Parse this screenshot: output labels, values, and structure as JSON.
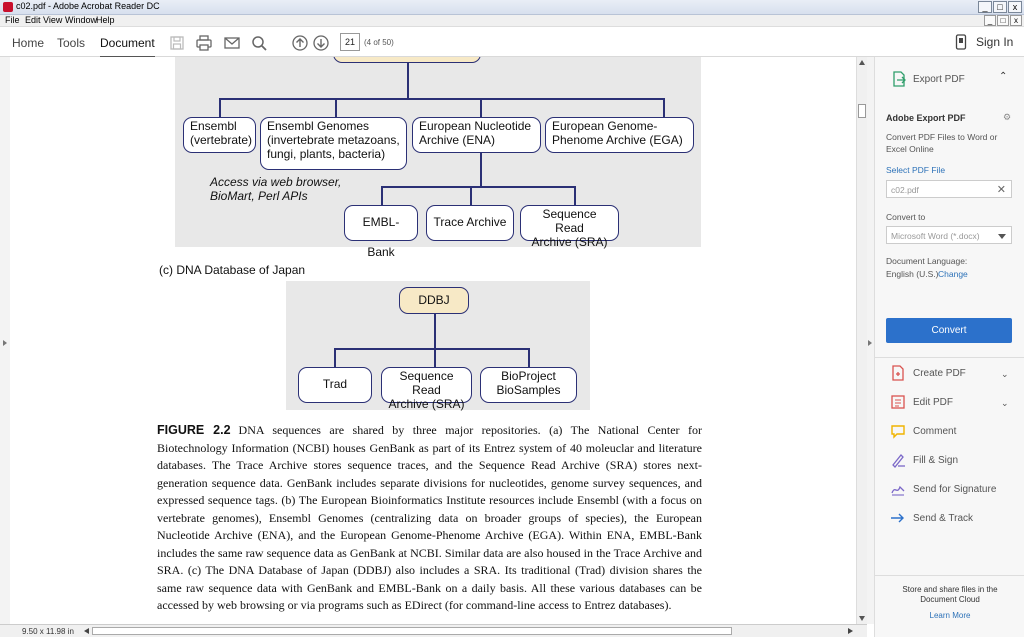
{
  "window": {
    "title": "c02.pdf - Adobe Acrobat Reader DC",
    "min": "_",
    "max": "□",
    "close": "x"
  },
  "menu": {
    "items": [
      "File",
      "Edit",
      "View",
      "Window",
      "Help"
    ],
    "min": "_",
    "max": "□",
    "close": "x"
  },
  "toolbar": {
    "tabs": [
      "Home",
      "Tools",
      "Document"
    ],
    "active_tab": "Document",
    "page_number": "21",
    "page_of": "(4 of 50)",
    "sign_in": "Sign In",
    "icons": [
      "save-icon",
      "print-icon",
      "email-icon",
      "search-icon",
      "page-up-icon",
      "page-down-icon",
      "phone-icon"
    ]
  },
  "document": {
    "diagram_b": {
      "nodes": [
        "Ensembl\n(vertebrate)",
        "Ensembl Genomes\n(invertebrate metazoans,\nfungi, plants, bacteria)",
        "European Nucleotide\nArchive (ENA)",
        "European Genome-\nPhenome Archive (EGA)",
        "EMBL-Bank",
        "Trace Archive",
        "Sequence Read\nArchive (SRA)"
      ],
      "access_note": "Access via web browser,\nBioMart, Perl APIs"
    },
    "section_c_label": "(c) DNA Database of Japan",
    "diagram_c": {
      "root": "DDBJ",
      "nodes": [
        "Trad",
        "Sequence Read\nArchive (SRA)",
        "BioProject\nBioSamples"
      ]
    },
    "caption_label": "FIGURE 2.2",
    "caption_text": "DNA sequences are shared by three major repositories. (a) The National Center for Biotechnology Information (NCBI) houses GenBank as part of its Entrez system of 40 moleuclar and literature databases. The Trace Archive stores sequence traces, and the Sequence Read Archive (SRA) stores next-generation sequence data. GenBank includes separate divisions for nucleotides, genome survey sequences, and expressed sequence tags. (b) The European Bioinformatics Institute resources include Ensembl (with a focus on vertebrate genomes), Ensembl Genomes (centralizing data on broader groups of species), the European Nucleotide Archive (ENA), and the European Genome-Phenome Archive (EGA). Within ENA, EMBL-Bank includes the same raw sequence data as GenBank at NCBI. Similar data are also housed in the Trace Archive and SRA. (c) The DNA Database of Japan (DDBJ) also includes a SRA. Its traditional (Trad) division shares the same raw sequence data with GenBank and EMBL-Bank on a daily basis. All these various databases can be accessed by web browsing or via programs such as EDirect (for command-line access to Entrez databases)."
  },
  "statusbar": {
    "page_size": "9.50 x 11.98 in"
  },
  "right_panel": {
    "export_header": "Export PDF",
    "adobe_export_title": "Adobe Export PDF",
    "description": "Convert PDF Files to Word or Excel Online",
    "select_file_link": "Select PDF File",
    "file_name": "c02.pdf",
    "convert_to_label": "Convert to",
    "convert_to_value": "Microsoft Word (*.docx)",
    "doc_language_label": "Document Language:",
    "doc_language_value": "English (U.S.)",
    "change_link": "Change",
    "convert_button": "Convert",
    "tools": [
      {
        "label": "Create PDF",
        "icon": "create-pdf-icon",
        "color": "#d9534f",
        "expandable": true
      },
      {
        "label": "Edit PDF",
        "icon": "edit-pdf-icon",
        "color": "#d9534f",
        "expandable": true
      },
      {
        "label": "Comment",
        "icon": "comment-icon",
        "color": "#f0b400",
        "expandable": false
      },
      {
        "label": "Fill & Sign",
        "icon": "fill-sign-icon",
        "color": "#7b68c8",
        "expandable": false
      },
      {
        "label": "Send for Signature",
        "icon": "send-signature-icon",
        "color": "#7b68c8",
        "expandable": false
      },
      {
        "label": "Send & Track",
        "icon": "send-track-icon",
        "color": "#2c71cb",
        "expandable": false
      }
    ],
    "footer_text": "Store and share files in the Document Cloud",
    "learn_more": "Learn More"
  },
  "colors": {
    "accent": "#2c71cb",
    "node_border": "#2b3075",
    "diagram_bg": "#e8e8e8",
    "root_fill": "#f7e9c6"
  }
}
